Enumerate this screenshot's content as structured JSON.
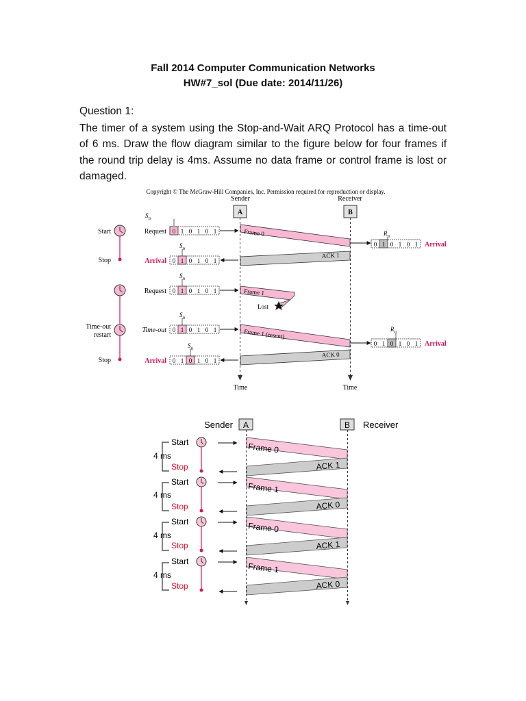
{
  "header": {
    "line1": "Fall 2014 Computer Communication Networks",
    "line2": "HW#7_sol (Due date: 2014/11/26)"
  },
  "question": {
    "heading": "Question 1:",
    "text": "The timer of a system using the Stop-and-Wait ARQ Protocol has a time-out of 6 ms. Draw the flow diagram similar to the figure below for four frames if the round trip delay is 4ms. Assume no data frame or control frame is lost or damaged."
  },
  "figure1": {
    "copyright": "Copyright © The McGraw-Hill Companies, Inc. Permission required for reproduction or display.",
    "sender_label": "Sender",
    "receiver_label": "Receiver",
    "node_a": "A",
    "node_b": "B",
    "start_label": "Start",
    "stop_label": "Stop",
    "timeout_label_1": "Time-out",
    "timeout_label_2": "restart",
    "request_label": "Request",
    "timeout_italic": "Time-out",
    "arrival_label": "Arrival",
    "sn": "Sn",
    "rn": "Rn",
    "seq_bits": [
      "0",
      "1",
      "0",
      "1",
      "0",
      "1"
    ],
    "frame0": "Frame 0",
    "ack1": "ACK 1",
    "frame1": "Frame 1",
    "lost": "Lost",
    "frame1_resent": "Frame 1 (resent)",
    "ack0": "ACK 0",
    "time_label": "Time",
    "colors": {
      "frame_fill": "#f6b8d2",
      "ack_fill": "#cfcfcf",
      "accent": "#d4145a"
    }
  },
  "figure2": {
    "sender_label": "Sender",
    "receiver_label": "Receiver",
    "node_a": "A",
    "node_b": "B",
    "cycles": [
      {
        "delay": "4 ms",
        "start": "Start",
        "stop": "Stop",
        "frame": "Frame 0",
        "ack": "ACK 1"
      },
      {
        "delay": "4 ms",
        "start": "Start",
        "stop": "Stop",
        "frame": "Frame 1",
        "ack": "ACK 0"
      },
      {
        "delay": "4 ms",
        "start": "Start",
        "stop": "Stop",
        "frame": "Frame 0",
        "ack": "ACK 1"
      },
      {
        "delay": "4 ms",
        "start": "Start",
        "stop": "Stop",
        "frame": "Frame 1",
        "ack": "ACK 0"
      }
    ],
    "colors": {
      "frame_fill": "#f9c6dc",
      "ack_fill": "#cccccc",
      "stop_color": "#e8112d",
      "accent": "#d4145a"
    }
  }
}
